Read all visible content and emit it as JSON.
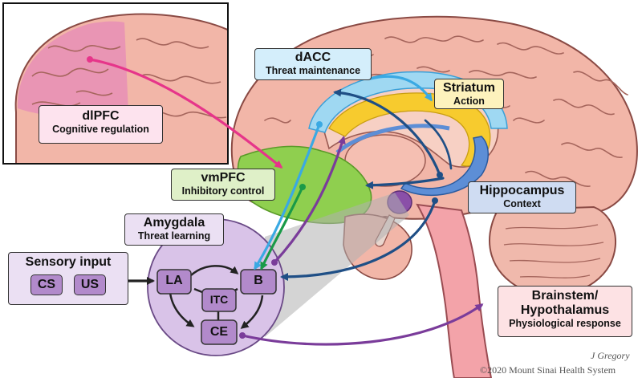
{
  "labels": {
    "dlpfc": {
      "name": "dlPFC",
      "role": "Cognitive regulation"
    },
    "dacc": {
      "name": "dACC",
      "role": "Threat maintenance"
    },
    "striatum": {
      "name": "Striatum",
      "role": "Action"
    },
    "vmpfc": {
      "name": "vmPFC",
      "role": "Inhibitory control"
    },
    "hippocampus": {
      "name": "Hippocampus",
      "role": "Context"
    },
    "amygdala": {
      "name": "Amygdala",
      "role": "Threat learning"
    },
    "sensory": {
      "name": "Sensory input",
      "cs": "CS",
      "us": "US"
    },
    "brainstem": {
      "line1": "Brainstem/",
      "line2": "Hypothalamus",
      "role": "Physiological response"
    }
  },
  "nuclei": {
    "la": "LA",
    "b": "B",
    "itc": "ITC",
    "ce": "CE"
  },
  "credits": {
    "artist": "J Gregory",
    "copyright": "©2020 Mount Sinai Health System"
  },
  "colors": {
    "dlpfc": "#e8478f",
    "dacc": "#4fb3e8",
    "striatum": "#f5c928",
    "vmpfc": "#7cc242",
    "hippocampus": "#3f6fb5",
    "amygdala": "#8a4fa8",
    "brainstem": "#f08e96",
    "cortex": "#f2b5a7"
  }
}
